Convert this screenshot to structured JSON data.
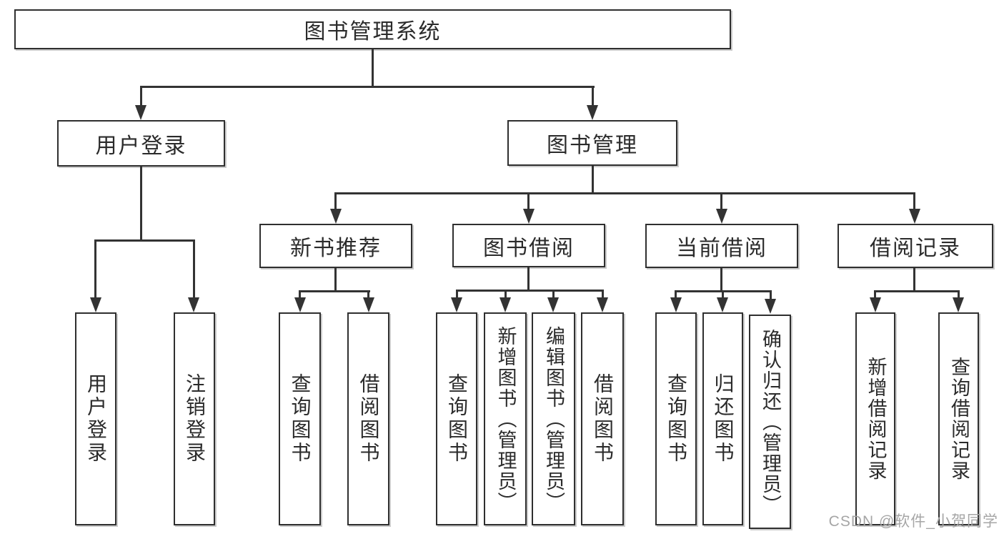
{
  "title": "图书管理系统",
  "tree": {
    "label": "图书管理系统",
    "children": [
      {
        "label": "用户登录",
        "children": [
          {
            "label": "用户登录"
          },
          {
            "label": "注销登录"
          }
        ]
      },
      {
        "label": "图书管理",
        "children": [
          {
            "label": "新书推荐",
            "children": [
              {
                "label": "查询图书"
              },
              {
                "label": "借阅图书"
              }
            ]
          },
          {
            "label": "图书借阅",
            "children": [
              {
                "label": "查询图书"
              },
              {
                "label": "新增图书（管理员）"
              },
              {
                "label": "编辑图书（管理员）"
              },
              {
                "label": "借阅图书"
              }
            ]
          },
          {
            "label": "当前借阅",
            "children": [
              {
                "label": "查询图书"
              },
              {
                "label": "归还图书"
              },
              {
                "label": "确认归还（管理员）"
              }
            ]
          },
          {
            "label": "借阅记录",
            "children": [
              {
                "label": "新增借阅记录"
              },
              {
                "label": "查询借阅记录"
              }
            ]
          }
        ]
      }
    ]
  },
  "watermark": "CSDN @软件_小贺同学",
  "colors": {
    "line": "#333333",
    "text": "#2b2b2b",
    "box_border": "#2f2f2f",
    "box_fill": "#ffffff",
    "watermark": "#a6a6a6",
    "background": "#ffffff"
  }
}
